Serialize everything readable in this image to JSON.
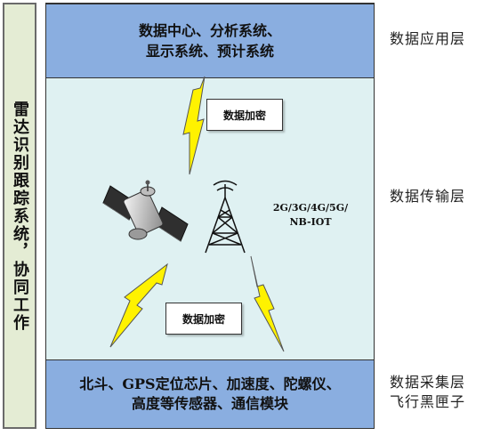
{
  "side_bar": {
    "text": "雷达识别跟踪系统，协同工作"
  },
  "application_layer": {
    "line1": "数据中心、分析系统、",
    "line2": "显示系统、预计系统",
    "label": "数据应用层"
  },
  "transmission_layer": {
    "label": "数据传输层",
    "encrypt_top": "数据加密",
    "encrypt_bottom": "数据加密",
    "network_line1": "2G/3G/4G/5G/",
    "network_line2": "NB-IOT",
    "satellite_icon": "satellite-icon",
    "tower_icon": "cell-tower-icon",
    "lightning_icon": "lightning-bolt-icon"
  },
  "collection_layer": {
    "line1": "北斗、GPS定位芯片、加速度、陀螺仪、",
    "line2": "高度等传感器、通信模块",
    "label1": "数据采集层",
    "label2": "飞行黑匣子"
  },
  "colors": {
    "band_blue": "#8aaee0",
    "middle_cyan": "#dff1f2",
    "side_green": "#e4ecd4",
    "lightning_yellow": "#fff200"
  }
}
